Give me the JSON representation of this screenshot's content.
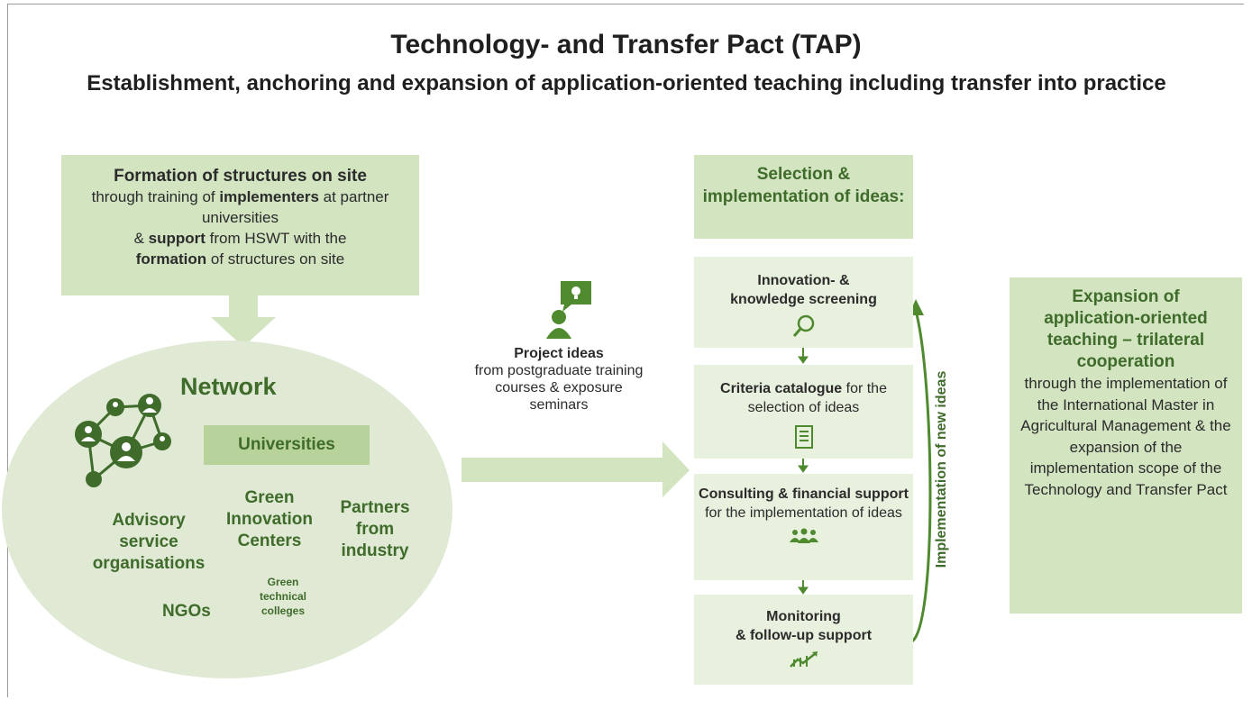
{
  "title": "Technology- and Transfer Pact (TAP)",
  "subtitle": "Establishment, anchoring and expansion of application-oriented teaching including transfer into practice",
  "formation": {
    "heading": "Formation of structures on site",
    "t1": "through training of ",
    "b1": "implementers",
    "t2": " at partner universities",
    "t3": "& ",
    "b2": "support",
    "t4": " from HSWT with the ",
    "b3": "formation",
    "t5": " of structures on site"
  },
  "network": {
    "title": "Network",
    "universities": "Universities",
    "advisory": "Advisory service organisations",
    "green_innovation": "Green Innovation Centers",
    "partners": "Partners from industry",
    "ngos": "NGOs",
    "green_colleges": "Green technical colleges"
  },
  "project": {
    "bold": "Project ideas",
    "rest": "from postgraduate training courses & exposure seminars"
  },
  "selection": {
    "heading": "Selection & implementation of ideas:",
    "step1_bold": "Innovation- & knowledge screening",
    "step2_bold": "Criteria catalogue",
    "step2_rest": " for the selection of ideas",
    "step3_bold": "Consulting & financial support",
    "step3_rest": " for the implementation of ideas",
    "step4_bold1": "Monitoring",
    "step4_bold2": "& follow-up support"
  },
  "loop_label": "Implementation of new ideas",
  "expansion": {
    "heading": "Expansion of application-oriented teaching – trilateral cooperation",
    "body": "through the implementation of the International Master in Agricultural Management & the expansion of the implementation scope of the Technology and Transfer Pact"
  },
  "colors": {
    "box": "#d3e4c0",
    "light_box": "#e8f0de",
    "ellipse": "#dfe9d3",
    "accent": "#3f6b2b",
    "icon_green": "#4f8a2e"
  }
}
